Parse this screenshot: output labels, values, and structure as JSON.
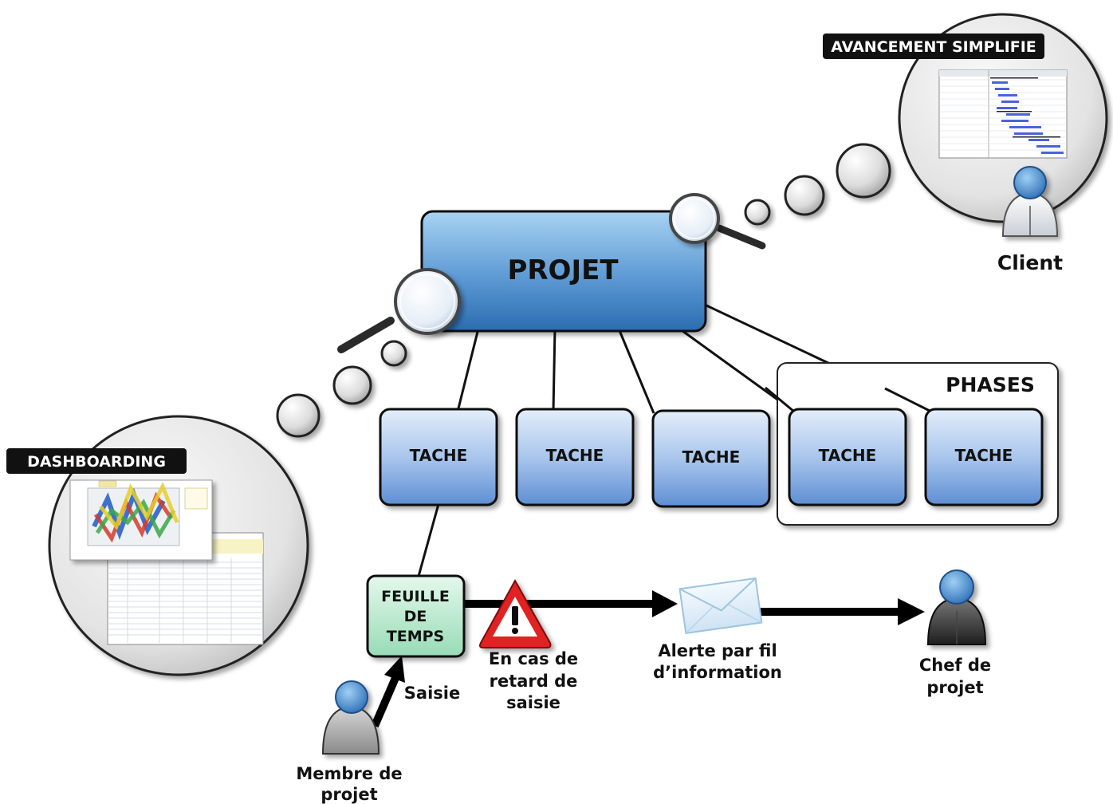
{
  "project": {
    "label": "PROJET"
  },
  "tasks": [
    {
      "label": "TACHE"
    },
    {
      "label": "TACHE"
    },
    {
      "label": "TACHE"
    },
    {
      "label": "TACHE"
    },
    {
      "label": "TACHE"
    }
  ],
  "phases": {
    "label": "PHASES"
  },
  "dashboarding": {
    "label": "DASHBOARDING"
  },
  "avancement": {
    "label": "AVANCEMENT SIMPLIFIE"
  },
  "client": {
    "label": "Client"
  },
  "timesheet": {
    "line1": "FEUILLE",
    "line2": "DE",
    "line3": "TEMPS"
  },
  "saisie": {
    "label": "Saisie"
  },
  "membre": {
    "line1": "Membre de",
    "line2": "projet"
  },
  "alert_condition": {
    "line1": "En cas de",
    "line2": "retard de",
    "line3": "saisie"
  },
  "alert_feed": {
    "line1": "Alerte par fil",
    "line2": "d’information"
  },
  "chef": {
    "line1": "Chef de",
    "line2": "projet"
  },
  "colors": {
    "project_top": "#8fc3ea",
    "project_bottom": "#2f74b5",
    "task_top": "#dbe8f8",
    "task_bottom": "#6d98d6",
    "timesheet_fill": "#b9ecd0",
    "tag_bg": "#111111",
    "alert_red": "#e02020"
  }
}
